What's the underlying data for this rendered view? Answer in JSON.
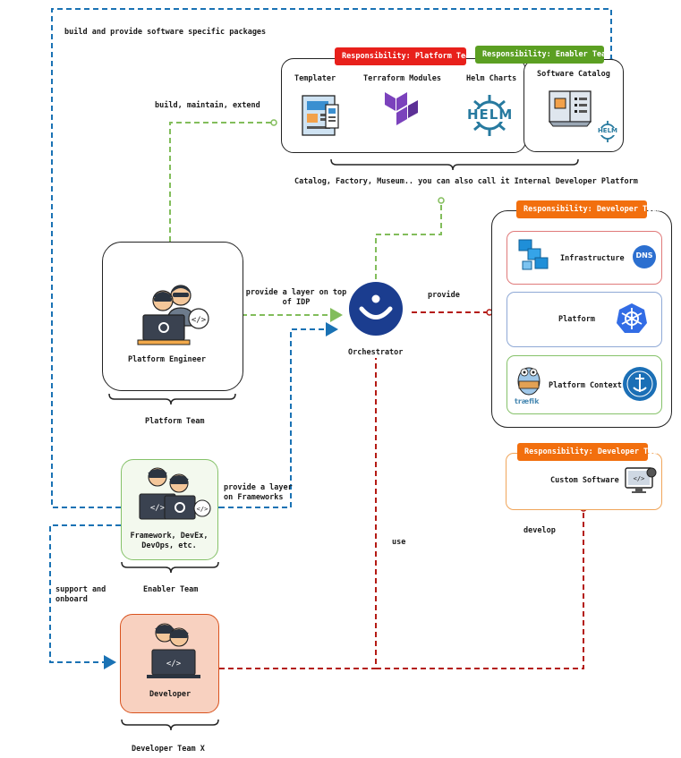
{
  "colors": {
    "platform_badge": "#e8201b",
    "enabler_badge": "#5b9f22",
    "developer_badge": "#f26f0e",
    "blue_line": "#1a72b4",
    "green_line": "#82bd5b",
    "red_line": "#b41a14",
    "orchestrator": "#1b3d8f",
    "helm": "#277a9f",
    "terraform": "#7b42bc",
    "k8s": "#326ce5"
  },
  "top_annotation": "build and provide software specific packages",
  "build_maintain_label": "build, maintain, extend",
  "platform_team": {
    "badge": "Responsibility: Platform Team",
    "tools": [
      {
        "name": "Templater",
        "icon": "templater-icon"
      },
      {
        "name": "Terraform Modules",
        "icon": "terraform-icon"
      },
      {
        "name": "Helm Charts",
        "icon": "helm-icon",
        "logo_text": "HELM"
      }
    ]
  },
  "enabler_team_box": {
    "badge": "Responsibility: Enabler Team",
    "title": "Software Catalog",
    "logo_text": "HELM"
  },
  "catalog_caption": "Catalog, Factory, Museum.. you can also call it Internal Developer Platform",
  "platform_engineer": {
    "label": "Platform Engineer",
    "group": "Platform Team"
  },
  "provide_layer_idp": "provide a layer on top of IDP",
  "orchestrator": {
    "label": "Orchestrator"
  },
  "provide_label": "provide",
  "developer_resp": {
    "badge": "Responsibility: Developer Team",
    "items": [
      {
        "label": "Infrastructure",
        "logo_text": "DNS",
        "border": "#e07a7a"
      },
      {
        "label": "Platform",
        "border": "#8fa9d6"
      },
      {
        "label": "Platform Context",
        "logo_text": "træfik",
        "border": "#86c26a"
      }
    ]
  },
  "custom_software": {
    "badge": "Responsibility: Developer Team",
    "label": "Custom Software"
  },
  "enabler": {
    "label": "Framework, DevEx, DevOps, etc.",
    "group": "Enabler Team"
  },
  "provide_layer_frameworks": "provide a layer on Frameworks",
  "use_label": "use",
  "develop_label": "develop",
  "support_label": "support and onboard",
  "developer": {
    "label": "Developer",
    "group": "Developer Team X"
  }
}
